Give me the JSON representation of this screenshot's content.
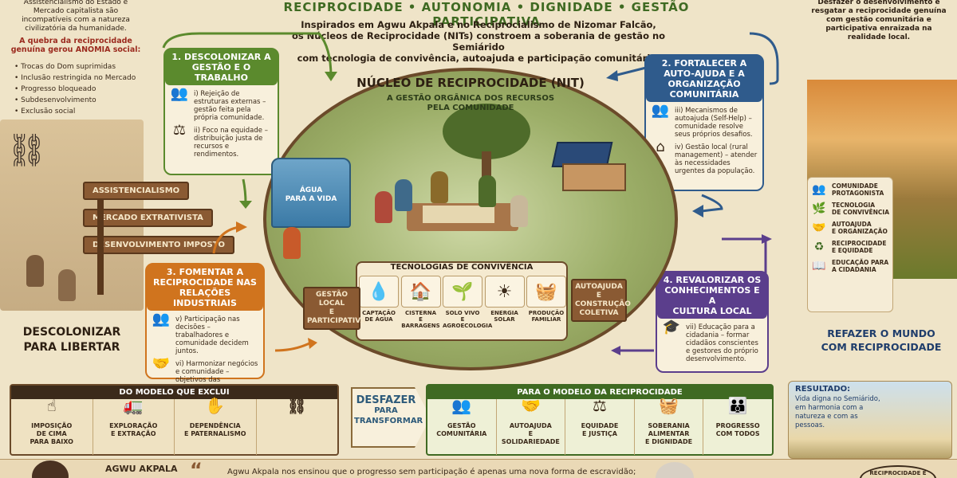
{
  "header": {
    "title": "RECIPROCIDADE • AUTONOMIA • DIGNIDADE • GESTÃO PARTICIPATIVA",
    "intro_lines": [
      "Inspirados em Agwu Akpala e no Reciprocialismo de Nizomar Falcão,",
      "os Núcleos de Reciprocidade (NITs) constroem a soberania de gestão no Semiárido",
      "com tecnologia de convivência, autoajuda e participação comunitária."
    ]
  },
  "left": {
    "intro_text": "Assistencialismo do Estado e Mercado capitalista são incompatíveis com a natureza civilizatória da humanidade.",
    "anomia_text": "A quebra da reciprocidade genuína gerou ANOMIA social:",
    "list": [
      "Trocas do Dom suprimidas",
      "Inclusão restringida no Mercado",
      "Progresso bloqueado",
      "Subdesenvolvimento",
      "Exclusão social"
    ],
    "signs": [
      "ASSISTENCIALISMO",
      "MERCADO EXTRATIVISTA",
      "DESENVOLVIMENTO IMPOSTO"
    ],
    "caption_lines": [
      "DESCOLONIZAR",
      "PARA LIBERTAR"
    ]
  },
  "steps": [
    {
      "head_lines": [
        "1. DESCOLONIZAR A",
        "GESTÃO E O TRABALHO"
      ],
      "items": [
        {
          "icon": "people-icon",
          "glyph": "👥",
          "text": "i) Rejeição de estruturas externas – gestão feita pela própria comunidade."
        },
        {
          "icon": "scale-icon",
          "glyph": "⚖",
          "text": "ii) Foco na equidade – distribuição justa de recursos e rendimentos."
        }
      ]
    },
    {
      "head_lines": [
        "2. FORTALECER A",
        "AUTO-AJUDA E A",
        "ORGANIZAÇÃO COMUNITÁRIA"
      ],
      "items": [
        {
          "icon": "people-icon",
          "glyph": "👥",
          "text": "iii) Mecanismos de autoajuda (Self-Help) – comunidade resolve seus próprios desafios."
        },
        {
          "icon": "house-icon",
          "glyph": "⌂",
          "text": "iv) Gestão local (rural management) – atender às necessidades urgentes da população."
        }
      ]
    },
    {
      "head_lines": [
        "3. FOMENTAR A",
        "RECIPROCIDADE NAS",
        "RELAÇÕES INDUSTRIAIS"
      ],
      "items": [
        {
          "icon": "group-icon",
          "glyph": "👥",
          "text": "v) Participação nas decisões – trabalhadores e comunidade decidem juntos."
        },
        {
          "icon": "handshake-icon",
          "glyph": "🤝",
          "text": "vi) Harmonizar negócios e comunidade – objetivos das organizações alinhados ao bem-estar social."
        }
      ]
    },
    {
      "head_lines": [
        "4. REVALORIZAR OS",
        "CONHECIMENTOS E A",
        "CULTURA LOCAL"
      ],
      "items": [
        {
          "icon": "book-graduation-icon",
          "glyph": "🎓",
          "text": "vii) Educação para a cidadania – formar cidadãos conscientes e gestores do próprio desenvolvimento."
        }
      ]
    }
  ],
  "center": {
    "title": "NÚCLEO DE RECIPROCIDADE (NIT)",
    "subtitle_lines": [
      "A GESTÃO ORGÂNICA DOS RECURSOS",
      "PELA COMUNIDADE"
    ],
    "tank_lines": [
      "ÁGUA",
      "PARA A VIDA"
    ],
    "tech_title": "TECNOLOGIAS DE CONVIVÊNCIA",
    "tech": [
      {
        "icon": "water-drop-icon",
        "glyph": "💧",
        "lines": [
          "CAPTAÇÃO",
          "DE ÁGUA"
        ]
      },
      {
        "icon": "cistern-icon",
        "glyph": "🏠",
        "lines": [
          "CISTERNA",
          "E BARRAGENS"
        ]
      },
      {
        "icon": "seedling-icon",
        "glyph": "🌱",
        "lines": [
          "SOLO VIVO",
          "E AGROECOLOGIA"
        ]
      },
      {
        "icon": "solar-icon",
        "glyph": "☀",
        "lines": [
          "ENERGIA",
          "SOLAR"
        ]
      },
      {
        "icon": "basket-icon",
        "glyph": "🧺",
        "lines": [
          "PRODUÇÃO",
          "FAMILIAR"
        ]
      }
    ],
    "sign_left_lines": [
      "GESTÃO LOCAL",
      "E PARTICIPATIVA"
    ],
    "sign_right_lines": [
      "AUTOAJUDA",
      "E CONSTRUÇÃO",
      "COLETIVA"
    ]
  },
  "right": {
    "intro_text": "Desfazer o desenvolvimento e resgatar a reciprocidade genuína com gestão comunitária e participativa enraizada na realidade local.",
    "pills": [
      {
        "icon": "community-icon",
        "glyph": "👥",
        "lines": [
          "COMUNIDADE",
          "PROTAGONISTA"
        ]
      },
      {
        "icon": "leaf-icon",
        "glyph": "🌿",
        "lines": [
          "TECNOLOGIA",
          "DE CONVIVÊNCIA"
        ]
      },
      {
        "icon": "handshake-icon",
        "glyph": "🤝",
        "lines": [
          "AUTOAJUDA",
          "E ORGANIZAÇÃO"
        ]
      },
      {
        "icon": "recycle-icon",
        "glyph": "♻",
        "lines": [
          "RECIPROCIDADE",
          "E EQUIDADE"
        ]
      },
      {
        "icon": "book-icon",
        "glyph": "📖",
        "lines": [
          "EDUCAÇÃO PARA",
          "A CIDADANIA"
        ]
      }
    ],
    "caption_lines": [
      "REFAZER O MUNDO",
      "COM RECIPROCIDADE"
    ]
  },
  "bottom": {
    "left_header": "DO MODELO QUE EXCLUI",
    "left_cells": [
      {
        "icon": "pointing-man-icon",
        "glyph": "☝",
        "lines": [
          "IMPOSIÇÃO",
          "DE CIMA",
          "PARA BAIXO"
        ]
      },
      {
        "icon": "truck-icon",
        "glyph": "🚛",
        "lines": [
          "EXPLORAÇÃO",
          "E EXTRAÇÃO"
        ]
      },
      {
        "icon": "open-hand-icon",
        "glyph": "✋",
        "lines": [
          "DEPENDÊNCIA",
          "E PATERNALISMO"
        ]
      },
      {
        "icon": "chain-icon",
        "glyph": "⛓",
        "lines": []
      }
    ],
    "middle_lines": [
      "DESFAZER",
      "PARA",
      "TRANSFORMAR"
    ],
    "right_header": "PARA O MODELO DA RECIPROCIDADE",
    "right_cells": [
      {
        "icon": "network-icon",
        "glyph": "👥",
        "lines": [
          "GESTÃO",
          "COMUNITÁRIA"
        ]
      },
      {
        "icon": "helping-hands-icon",
        "glyph": "🤝",
        "lines": [
          "AUTOAJUDA",
          "E SOLIDARIEDADE"
        ]
      },
      {
        "icon": "scale-icon",
        "glyph": "⚖",
        "lines": [
          "EQUIDADE",
          "E JUSTIÇA"
        ]
      },
      {
        "icon": "food-basket-icon",
        "glyph": "🧺",
        "lines": [
          "SOBERANIA ALIMENTAR",
          "E DIGNIDADE"
        ]
      },
      {
        "icon": "crowd-icon",
        "glyph": "👪",
        "lines": [
          "PROGRESSO",
          "COM TODOS"
        ]
      }
    ],
    "result_title": "RESULTADO:",
    "result_text": "Vida digna no Semiárido, em harmonia com a natureza e com as pessoas."
  },
  "footer": {
    "name": "AGWU AKPALA",
    "quote_mark": "“",
    "quote": "Agwu Akpala nos ensinou que o progresso sem participação é apenas uma nova forma de escravidão;",
    "stamp": "RECIPROCIDADE É"
  },
  "colors": {
    "green": "#5b8a2d",
    "blue": "#2f5b8c",
    "orange": "#d0741e",
    "purple": "#5b3e8c",
    "dark_brown": "#6b4a2a"
  }
}
